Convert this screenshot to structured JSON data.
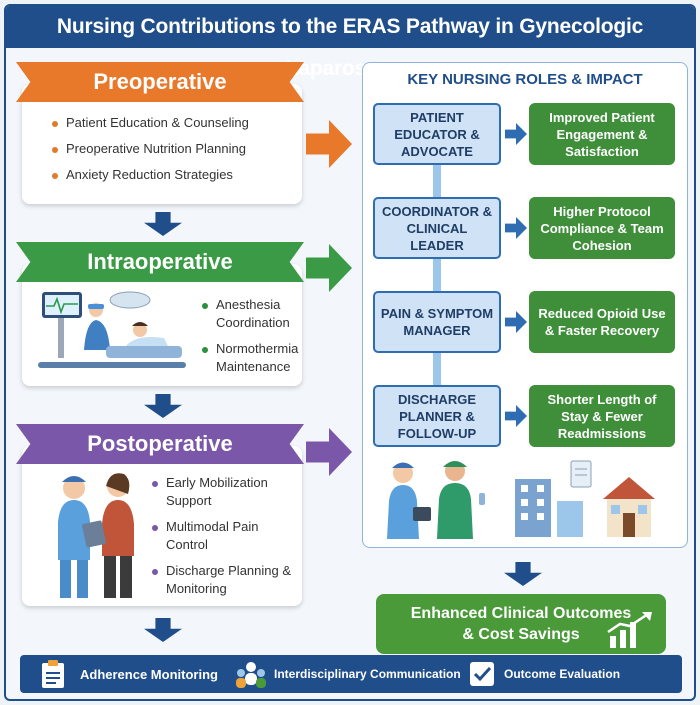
{
  "title": "Nursing Contributions to the ERAS Pathway in Gynecologic Laparoscopy",
  "phases": {
    "preoperative": {
      "label": "Preoperative",
      "bullets": [
        "Patient Education & Counseling",
        "Preoperative Nutrition Planning",
        "Anxiety Reduction Strategies"
      ]
    },
    "intraoperative": {
      "label": "Intraoperative",
      "bullets": [
        "Anesthesia Coordination",
        "Normothermia Maintenance"
      ]
    },
    "postoperative": {
      "label": "Postoperative",
      "bullets": [
        "Early Mobilization Support",
        "Multimodal Pain Control",
        "Discharge Planning & Monitoring"
      ]
    }
  },
  "roles_panel": {
    "title": "KEY NURSING ROLES & IMPACT",
    "roles": [
      {
        "role": "PATIENT EDUCATOR & ADVOCATE",
        "impact": "Improved Patient Engagement & Satisfaction"
      },
      {
        "role": "COORDINATOR & CLINICAL LEADER",
        "impact": "Higher Protocol Compliance & Team Cohesion"
      },
      {
        "role": "PAIN & SYMPTOM MANAGER",
        "impact": "Reduced Opioid Use & Faster Recovery"
      },
      {
        "role": "DISCHARGE PLANNER & FOLLOW-UP",
        "impact": "Shorter Length of Stay & Fewer Readmissions"
      }
    ]
  },
  "outcome": {
    "line1": "Enhanced Clinical Outcomes",
    "line2": "& Cost Savings"
  },
  "bottom_bar": {
    "items": [
      "Adherence Monitoring",
      "Interdisciplinary Communication",
      "Outcome Evaluation"
    ]
  },
  "colors": {
    "navy": "#1f4e8a",
    "orange": "#e8782a",
    "green": "#3a9a45",
    "purple": "#7a57a8",
    "impact_green": "#3f8f3a"
  }
}
